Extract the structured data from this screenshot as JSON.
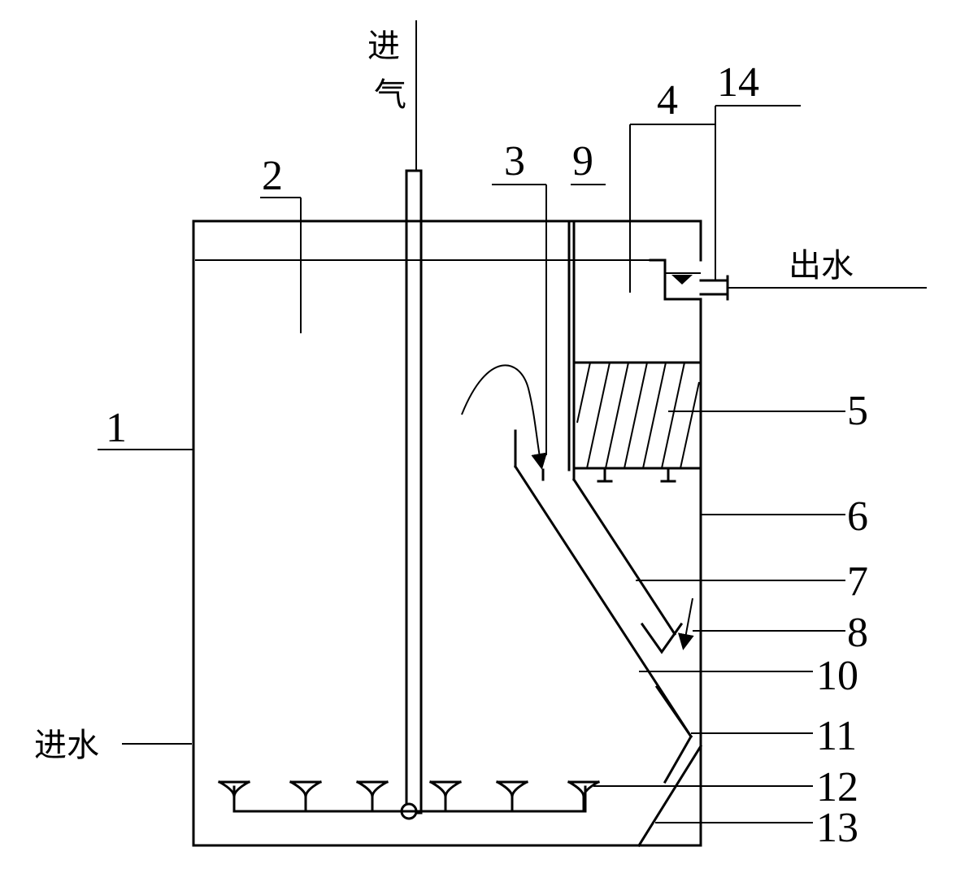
{
  "labels": {
    "air_in_1": "进",
    "air_in_2": "气",
    "water_in": "进水",
    "water_out": "出水",
    "n1": "1",
    "n2": "2",
    "n3": "3",
    "n4": "4",
    "n5": "5",
    "n6": "6",
    "n7": "7",
    "n8": "8",
    "n9": "9",
    "n10": "10",
    "n11": "11",
    "n12": "12",
    "n13": "13",
    "n14": "14"
  }
}
